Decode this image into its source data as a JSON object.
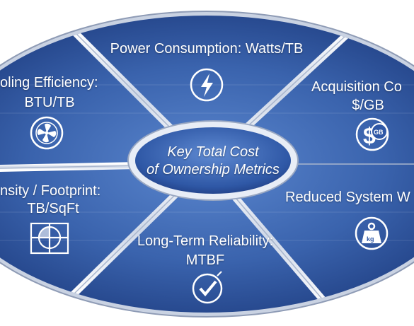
{
  "colors": {
    "panel_light": "#4a74bd",
    "panel_dark": "#1d3b7e",
    "separator": "#e9edf5",
    "icon_stroke": "#ffffff"
  },
  "center": {
    "line1": "Key Total Cost",
    "line2": "of Ownership Metrics"
  },
  "segments": [
    {
      "id": "power",
      "line1": "Power Consumption: Watts/TB",
      "line2": "",
      "icon": "lightning-bolt-icon"
    },
    {
      "id": "acquisition",
      "line1": "Acquisition Co",
      "line2": "$/GB",
      "icon": "dollar-gb-icon"
    },
    {
      "id": "weight",
      "line1": "Reduced System W",
      "line2": "",
      "icon": "weight-kg-icon"
    },
    {
      "id": "reliability",
      "line1": "Long-Term Reliability:",
      "line2": "MTBF",
      "icon": "checkmark-icon"
    },
    {
      "id": "density",
      "line1": "nsity / Footprint:",
      "line2": "TB/SqFt",
      "icon": "footprint-grid-icon"
    },
    {
      "id": "cooling",
      "line1": "oling Efficiency:",
      "line2": "BTU/TB",
      "icon": "fan-icon"
    }
  ]
}
